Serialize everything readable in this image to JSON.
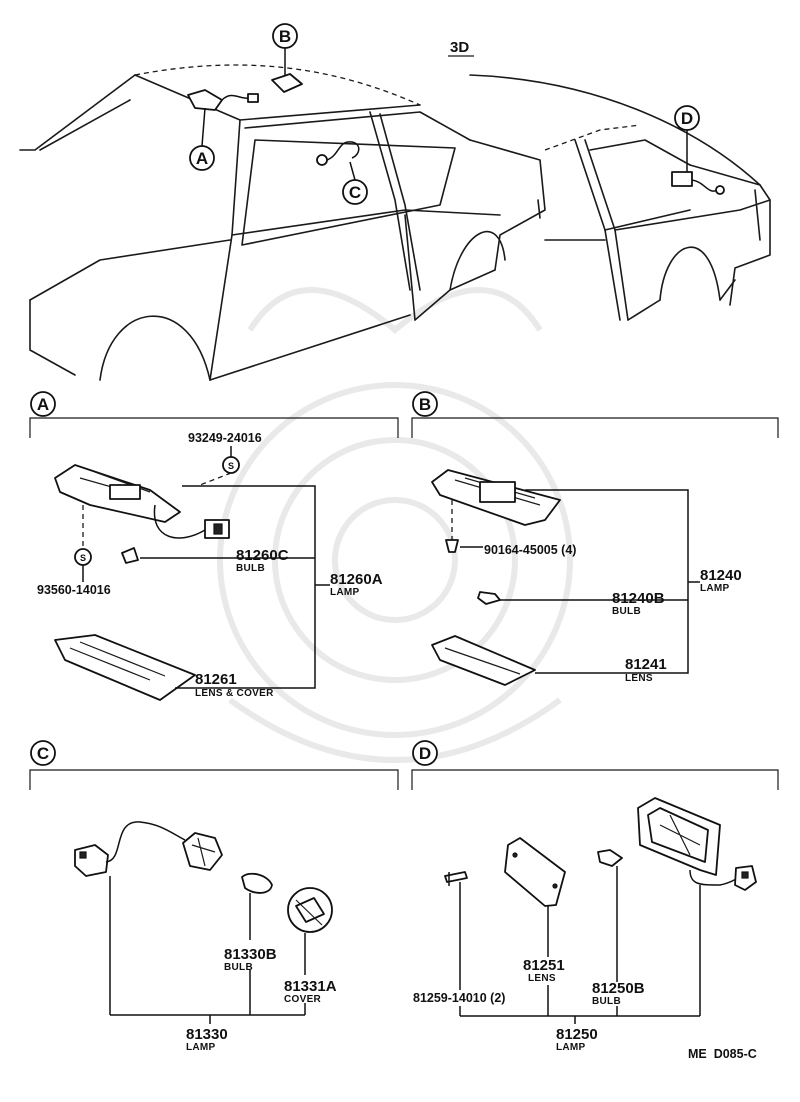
{
  "header": {
    "model_tag": "3D"
  },
  "callouts": {
    "a": "A",
    "b": "B",
    "c": "C",
    "d": "D"
  },
  "screw_symbol": "S",
  "section_a": {
    "screw_top": "93249-24016",
    "screw_bottom": "93560-14016",
    "bulb_no": "81260C",
    "bulb_label": "BULB",
    "lamp_no": "81260A",
    "lamp_label": "LAMP",
    "lens_no": "81261",
    "lens_label": "LENS & COVER"
  },
  "section_b": {
    "screw": "90164-45005 (4)",
    "lamp_no": "81240",
    "lamp_label": "LAMP",
    "bulb_no": "81240B",
    "bulb_label": "BULB",
    "lens_no": "81241",
    "lens_label": "LENS"
  },
  "section_c": {
    "bulb_no": "81330B",
    "bulb_label": "BULB",
    "cover_no": "81331A",
    "cover_label": "COVER",
    "lamp_no": "81330",
    "lamp_label": "LAMP"
  },
  "section_d": {
    "lens_no": "81251",
    "lens_label": "LENS",
    "bulb_no": "81250B",
    "bulb_label": "BULB",
    "screw": "81259-14010 (2)",
    "lamp_no": "81250",
    "lamp_label": "LAMP"
  },
  "footer": {
    "code": "ME  D085-C"
  }
}
